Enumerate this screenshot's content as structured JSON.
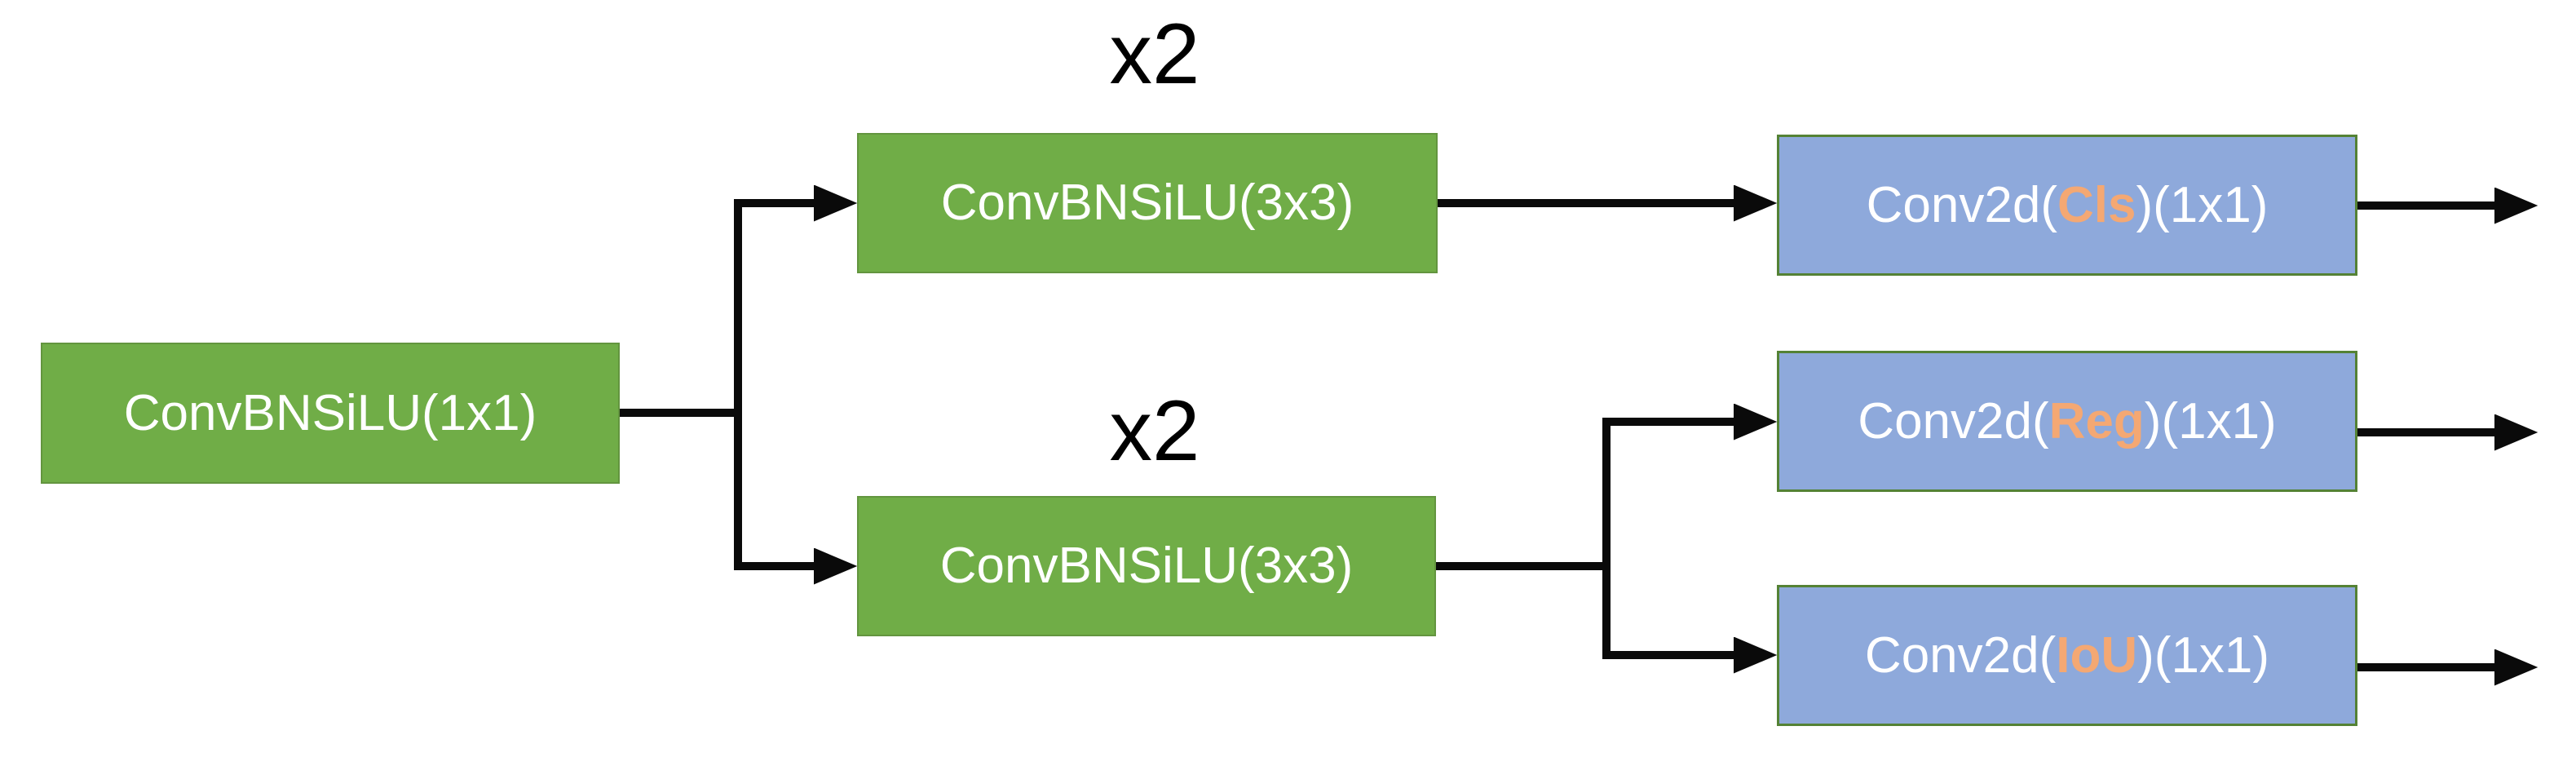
{
  "diagram": {
    "repeat_labels": {
      "top": "x2",
      "bottom": "x2"
    },
    "nodes": {
      "input": {
        "label": "ConvBNSiLU(1x1)"
      },
      "cls_branch_conv": {
        "label": "ConvBNSiLU(3x3)"
      },
      "regiou_branch_conv": {
        "label": "ConvBNSiLU(3x3)"
      },
      "cls_head": {
        "prefix": "Conv2d(",
        "tag": "Cls",
        "suffix": ")(1x1)"
      },
      "reg_head": {
        "prefix": "Conv2d(",
        "tag": "Reg",
        "suffix": ")(1x1)"
      },
      "iou_head": {
        "prefix": "Conv2d(",
        "tag": "IoU",
        "suffix": ")(1x1)"
      }
    },
    "colors": {
      "green_fill": "#70AD47",
      "green_border": "#63953F",
      "blue_fill": "#8EA9DB",
      "blue_border": "#548235",
      "tag_orange": "#F4A873",
      "arrow": "#0A0A0A",
      "node_text": "#FFFFFF",
      "label_text": "#000000"
    }
  }
}
